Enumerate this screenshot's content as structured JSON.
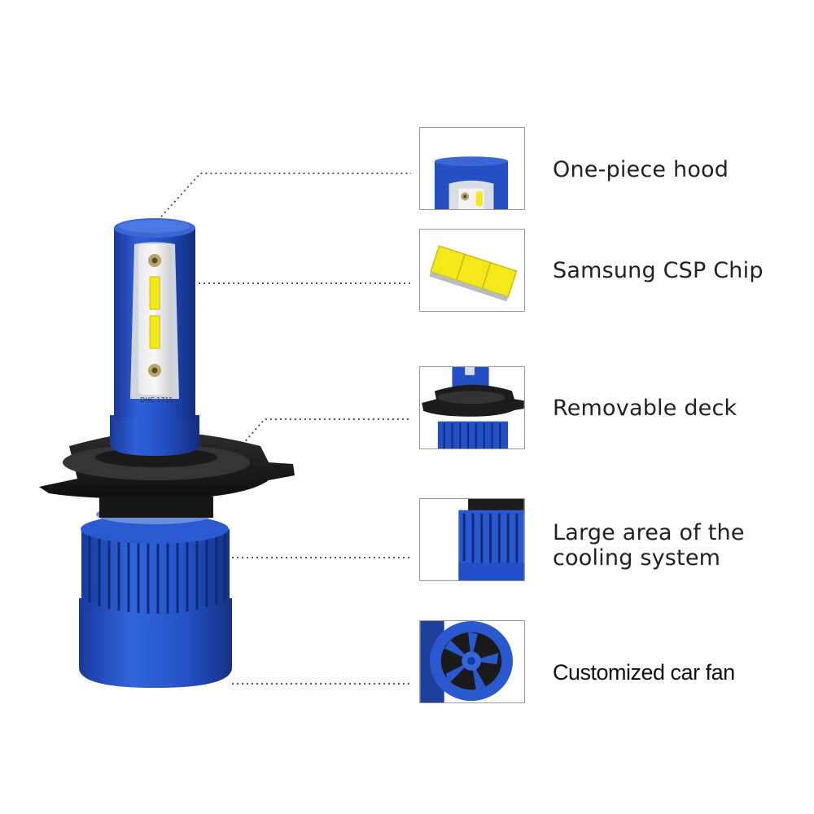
{
  "features": [
    {
      "id": "hood",
      "label": "One-piece hood",
      "icon": "one-piece-hood-thumbnail"
    },
    {
      "id": "chip",
      "label": "Samsung CSP Chip",
      "icon": "csp-chip-thumbnail"
    },
    {
      "id": "deck",
      "label": "Removable deck",
      "icon": "removable-deck-thumbnail"
    },
    {
      "id": "cooling",
      "label_line1": "Large area of the",
      "label_line2": "cooling system",
      "icon": "cooling-fins-thumbnail"
    },
    {
      "id": "fan",
      "label": "Customized car fan",
      "icon": "car-fan-thumbnail"
    }
  ],
  "bulb_print": "DHC 1715",
  "colors": {
    "accent_blue": "#2350c8",
    "chip_yellow": "#f5e81a",
    "base_black": "#1c1c1c",
    "callout_line": "#555555"
  }
}
